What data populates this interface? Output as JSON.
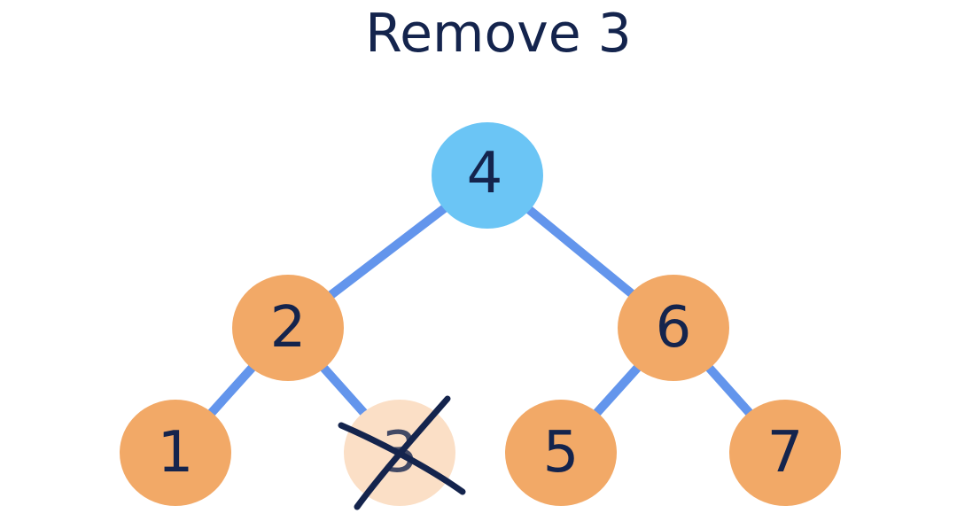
{
  "title": "Remove 3",
  "colors": {
    "root": "#6bc5f5",
    "node": "#f2a967",
    "removed_node": "#fbdfc6",
    "edge": "#6395ec",
    "text": "#14244d",
    "cross": "#14244d"
  },
  "tree": {
    "root": {
      "value": "4",
      "left": {
        "value": "2",
        "left": {
          "value": "1"
        },
        "right": {
          "value": "3",
          "removed": true
        }
      },
      "right": {
        "value": "6",
        "left": {
          "value": "5"
        },
        "right": {
          "value": "7"
        }
      }
    }
  }
}
